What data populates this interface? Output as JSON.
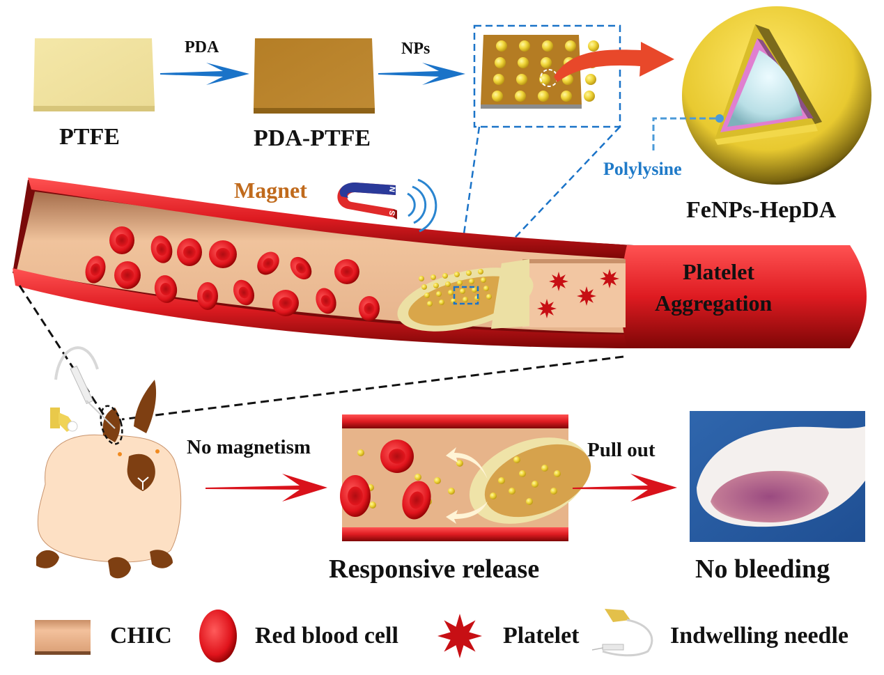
{
  "figure": {
    "title": "FeNPs-HepDA modified PTFE indwelling needle schematic",
    "colors": {
      "arrow_blue": "#1a73c8",
      "arrow_red": "#d9121b",
      "curved_arrow": "#e8482a",
      "vessel_red": "#d8191f",
      "vessel_interior": "#eabc95",
      "ptfe": "#efe19f",
      "pda_ptfe": "#b8812a",
      "nanoparticle": "#f0d63a",
      "shell_yellow": "#f2d63a",
      "polylysine_pink": "#e07fd0",
      "core_cyan": "#c9e8ec",
      "magnet_text": "#c06a1c",
      "polylysine_text": "#1f7ac8",
      "rabbit_body": "#fde0c4",
      "rabbit_brown": "#7e3f12",
      "photo_bg": "#2b62a8"
    }
  },
  "synthesis": {
    "step1_label": "PTFE",
    "arrow1_label": "PDA",
    "step2_label": "PDA-PTFE",
    "arrow2_label": "NPs",
    "particle_label": "FeNPs-HepDA",
    "layer_label": "Polylysine"
  },
  "vessel": {
    "magnet_label": "Magnet",
    "magnet_north": "N",
    "magnet_south": "S",
    "aggregation_label_line1": "Platelet",
    "aggregation_label_line2": "Aggregation"
  },
  "process": {
    "arrow1_label": "No magnetism",
    "panel1_caption": "Responsive release",
    "arrow2_label": "Pull out",
    "panel2_caption": "No bleeding"
  },
  "legend": {
    "items": [
      {
        "icon": "chic-tube-icon",
        "label": "CHIC"
      },
      {
        "icon": "red-blood-cell-icon",
        "label": "Red blood cell"
      },
      {
        "icon": "platelet-icon",
        "label": "Platelet"
      },
      {
        "icon": "indwelling-needle-icon",
        "label": "Indwelling needle"
      }
    ]
  }
}
